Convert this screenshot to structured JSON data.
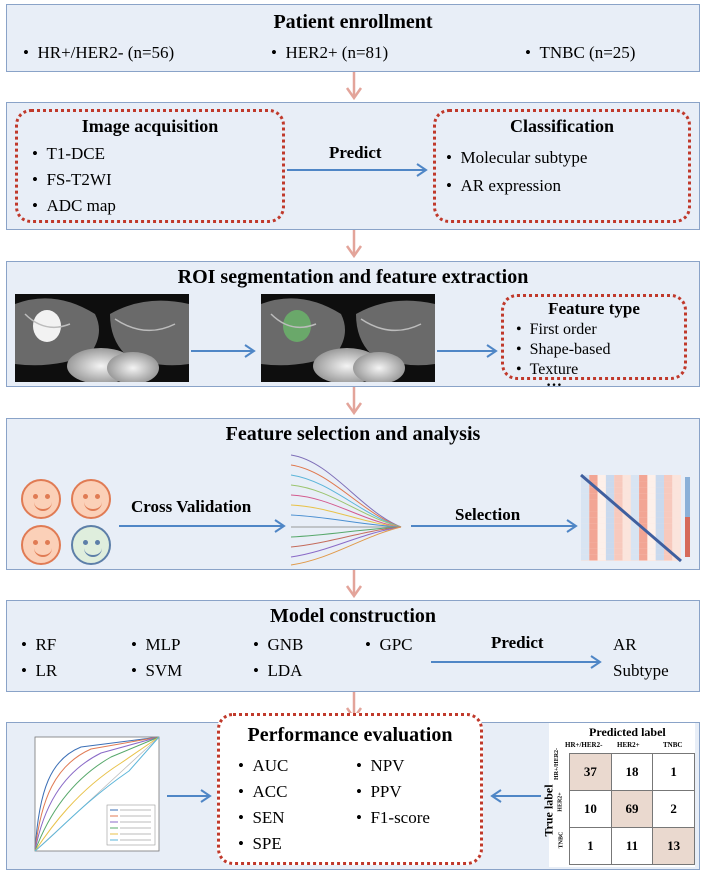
{
  "enrollment": {
    "title": "Patient enrollment",
    "groups": [
      "HR+/HER2- (n=56)",
      "HER2+ (n=81)",
      "TNBC (n=25)"
    ]
  },
  "acquisition": {
    "title": "Image acquisition",
    "items": [
      "T1-DCE",
      "FS-T2WI",
      "ADC map"
    ],
    "arrow_label": "Predict",
    "classification_title": "Classification",
    "classification_items": [
      "Molecular subtype",
      "AR expression"
    ]
  },
  "roi": {
    "title": "ROI segmentation and feature extraction",
    "feature_type_title": "Feature type",
    "feature_types": [
      "First order",
      "Shape-based",
      "Texture"
    ],
    "ellipsis": "…"
  },
  "selection": {
    "title": "Feature selection and analysis",
    "cross_validation_label": "Cross Validation",
    "selection_label": "Selection"
  },
  "model": {
    "title": "Model construction",
    "models": [
      "RF",
      "MLP",
      "GNB",
      "GPC",
      "LR",
      "SVM",
      "LDA"
    ],
    "arrow_label": "Predict",
    "targets": [
      "AR",
      "Subtype"
    ]
  },
  "evaluation": {
    "title": "Performance evaluation",
    "metrics_left": [
      "AUC",
      "ACC",
      "SEN",
      "SPE"
    ],
    "metrics_right": [
      "NPV",
      "PPV",
      "F1-score"
    ],
    "confusion_matrix": {
      "title": "Predicted label",
      "ylabel": "True label",
      "labels": [
        "HR+/HER2-",
        "HER2+",
        "TNBC"
      ],
      "values": [
        [
          37,
          18,
          1
        ],
        [
          10,
          69,
          2
        ],
        [
          1,
          11,
          13
        ]
      ]
    }
  },
  "colors": {
    "panel_bg": "#e8eef7",
    "panel_border": "#8aa3c8",
    "arrow_blue": "#4f86c6",
    "arrow_pink": "#e3a49a",
    "dotted_red": "#c0392b"
  }
}
